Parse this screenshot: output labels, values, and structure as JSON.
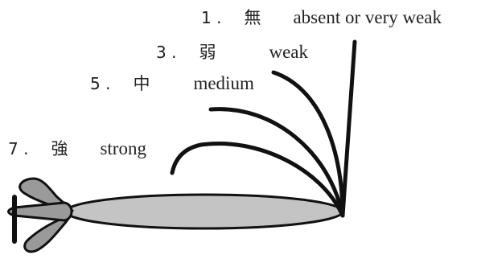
{
  "levels": [
    {
      "number": "1 .",
      "kanji": "無",
      "english": "absent or very weak"
    },
    {
      "number": "3 .",
      "kanji": "弱",
      "english": "weak"
    },
    {
      "number": "5 .",
      "kanji": "中",
      "english": "medium"
    },
    {
      "number": "7 .",
      "kanji": "強",
      "english": "strong"
    }
  ],
  "colors": {
    "line": "#111111",
    "body_fill": "#c4c4c4",
    "fin_fill": "#9a9a9a"
  },
  "icons": [
    "tail-fin-icon"
  ]
}
